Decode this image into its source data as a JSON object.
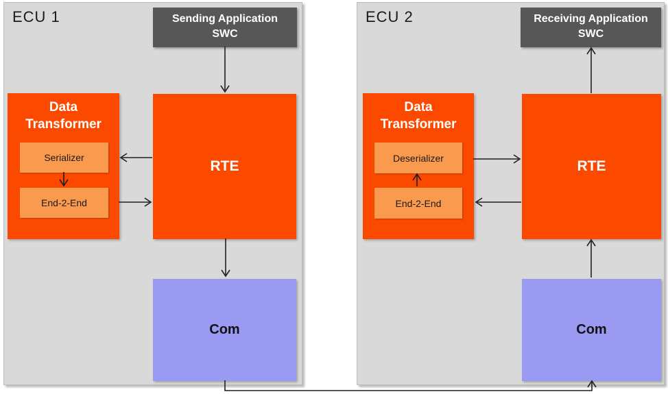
{
  "colors": {
    "canvas_bg": "#ffffff",
    "ecu_bg": "#d9d9d9",
    "ecu_border": "#bdbdbd",
    "swc_bg": "#575757",
    "swc_text": "#ffffff",
    "orange": "#fb4a00",
    "orange_light": "#fa9a4e",
    "com_bg": "#9b9af2",
    "arrow": "#1f1f1f",
    "label_text": "#1a1a1a"
  },
  "ecu1": {
    "label": "ECU 1",
    "swc": {
      "line1": "Sending Application",
      "line2": "SWC"
    },
    "data_transformer": {
      "title_line1": "Data",
      "title_line2": "Transformer",
      "serializer": "Serializer",
      "end2end": "End-2-End"
    },
    "rte": "RTE",
    "com": "Com"
  },
  "ecu2": {
    "label": "ECU 2",
    "swc": {
      "line1": "Receiving Application",
      "line2": "SWC"
    },
    "data_transformer": {
      "title_line1": "Data",
      "title_line2": "Transformer",
      "deserializer": "Deserializer",
      "end2end": "End-2-End"
    },
    "rte": "RTE",
    "com": "Com"
  }
}
